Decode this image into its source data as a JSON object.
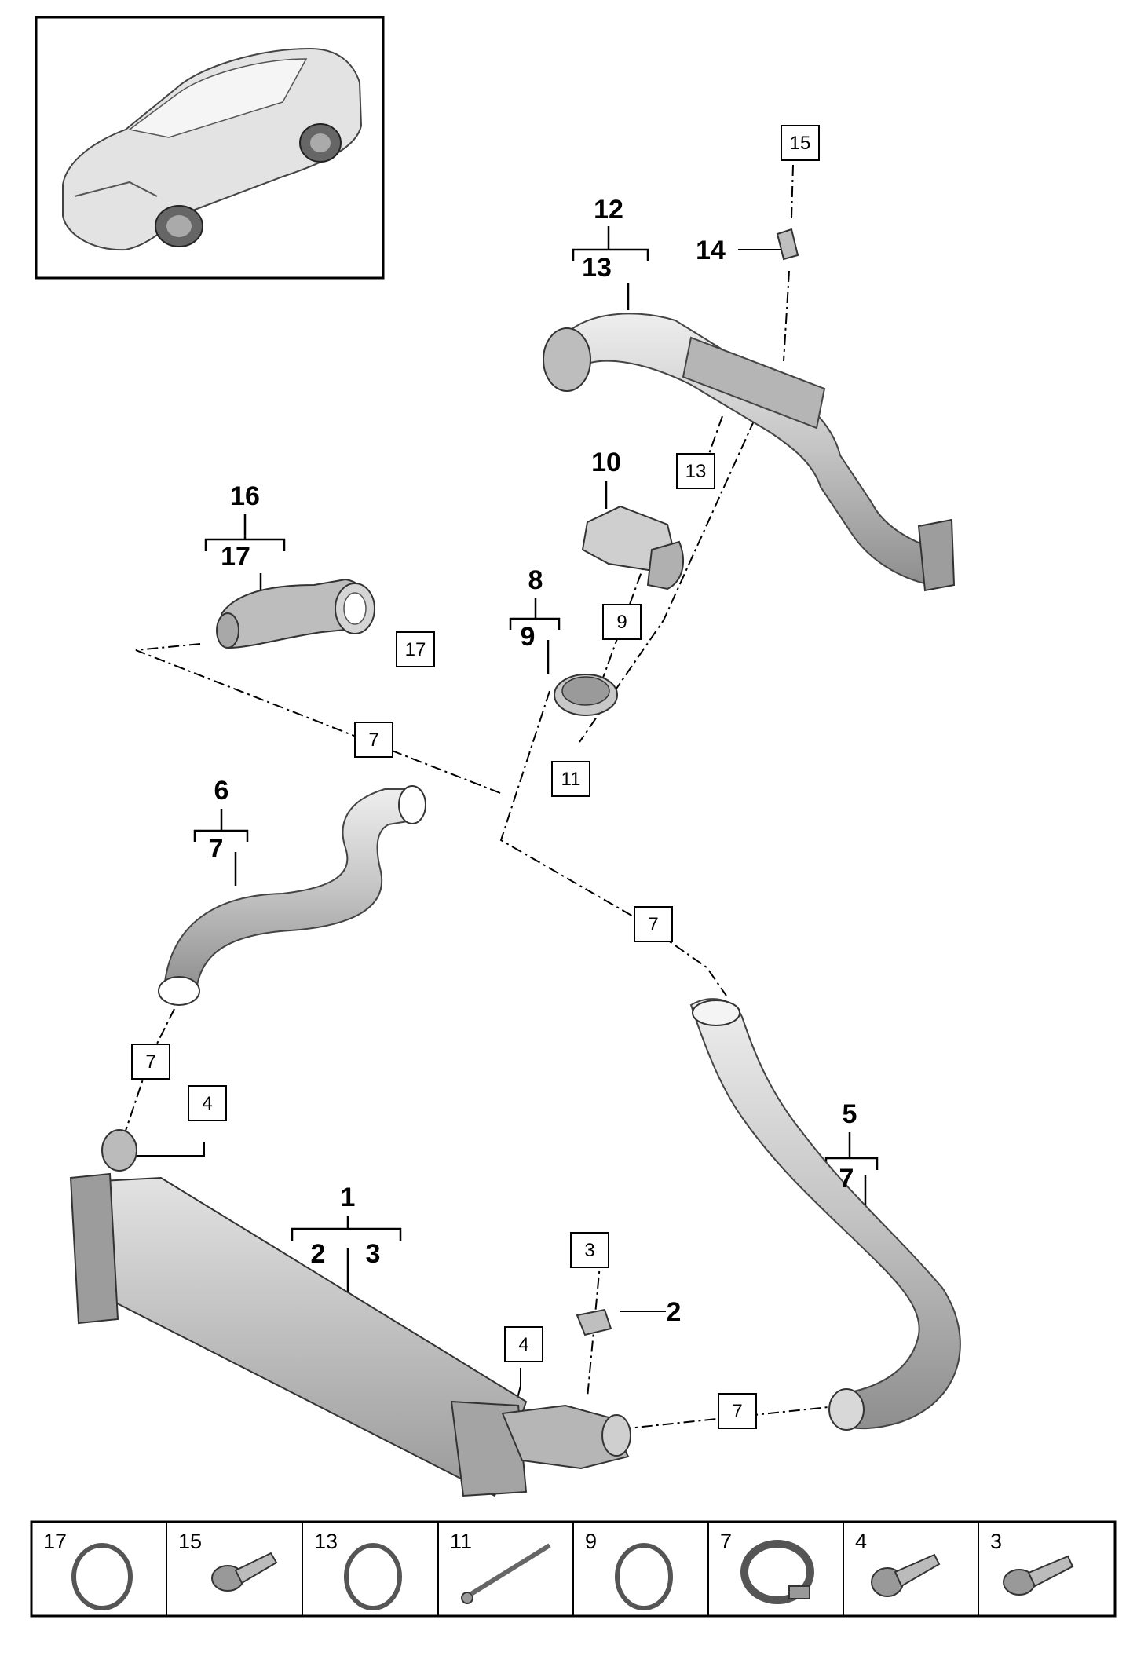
{
  "callouts": {
    "c1": "1",
    "c2a": "2",
    "c3a": "3",
    "c2b": "2",
    "c5": "5",
    "c7a": "7",
    "c6": "6",
    "c7b": "7",
    "c8": "8",
    "c9": "9",
    "c10": "10",
    "c12": "12",
    "c13": "13",
    "c14": "14",
    "c16": "16",
    "c17": "17"
  },
  "boxes": {
    "b15": "15",
    "b13": "13",
    "b9": "9",
    "b11": "11",
    "b17": "17",
    "b7_top": "7",
    "b7_mid": "7",
    "b7_left": "7",
    "b7_bottom": "7",
    "b4_left": "4",
    "b4_right": "4",
    "b3": "3"
  },
  "legend": [
    {
      "num": "17",
      "part": "hose-clamp-ring"
    },
    {
      "num": "15",
      "part": "screw"
    },
    {
      "num": "13",
      "part": "hose-clamp-ring"
    },
    {
      "num": "11",
      "part": "long-bolt"
    },
    {
      "num": "9",
      "part": "hose-clamp-ring"
    },
    {
      "num": "7",
      "part": "band-clamp"
    },
    {
      "num": "4",
      "part": "collar-screw"
    },
    {
      "num": "3",
      "part": "screw"
    }
  ],
  "colors": {
    "line": "#000000",
    "part_fill": "#c9c9c9",
    "part_dark": "#8c8c8c"
  }
}
